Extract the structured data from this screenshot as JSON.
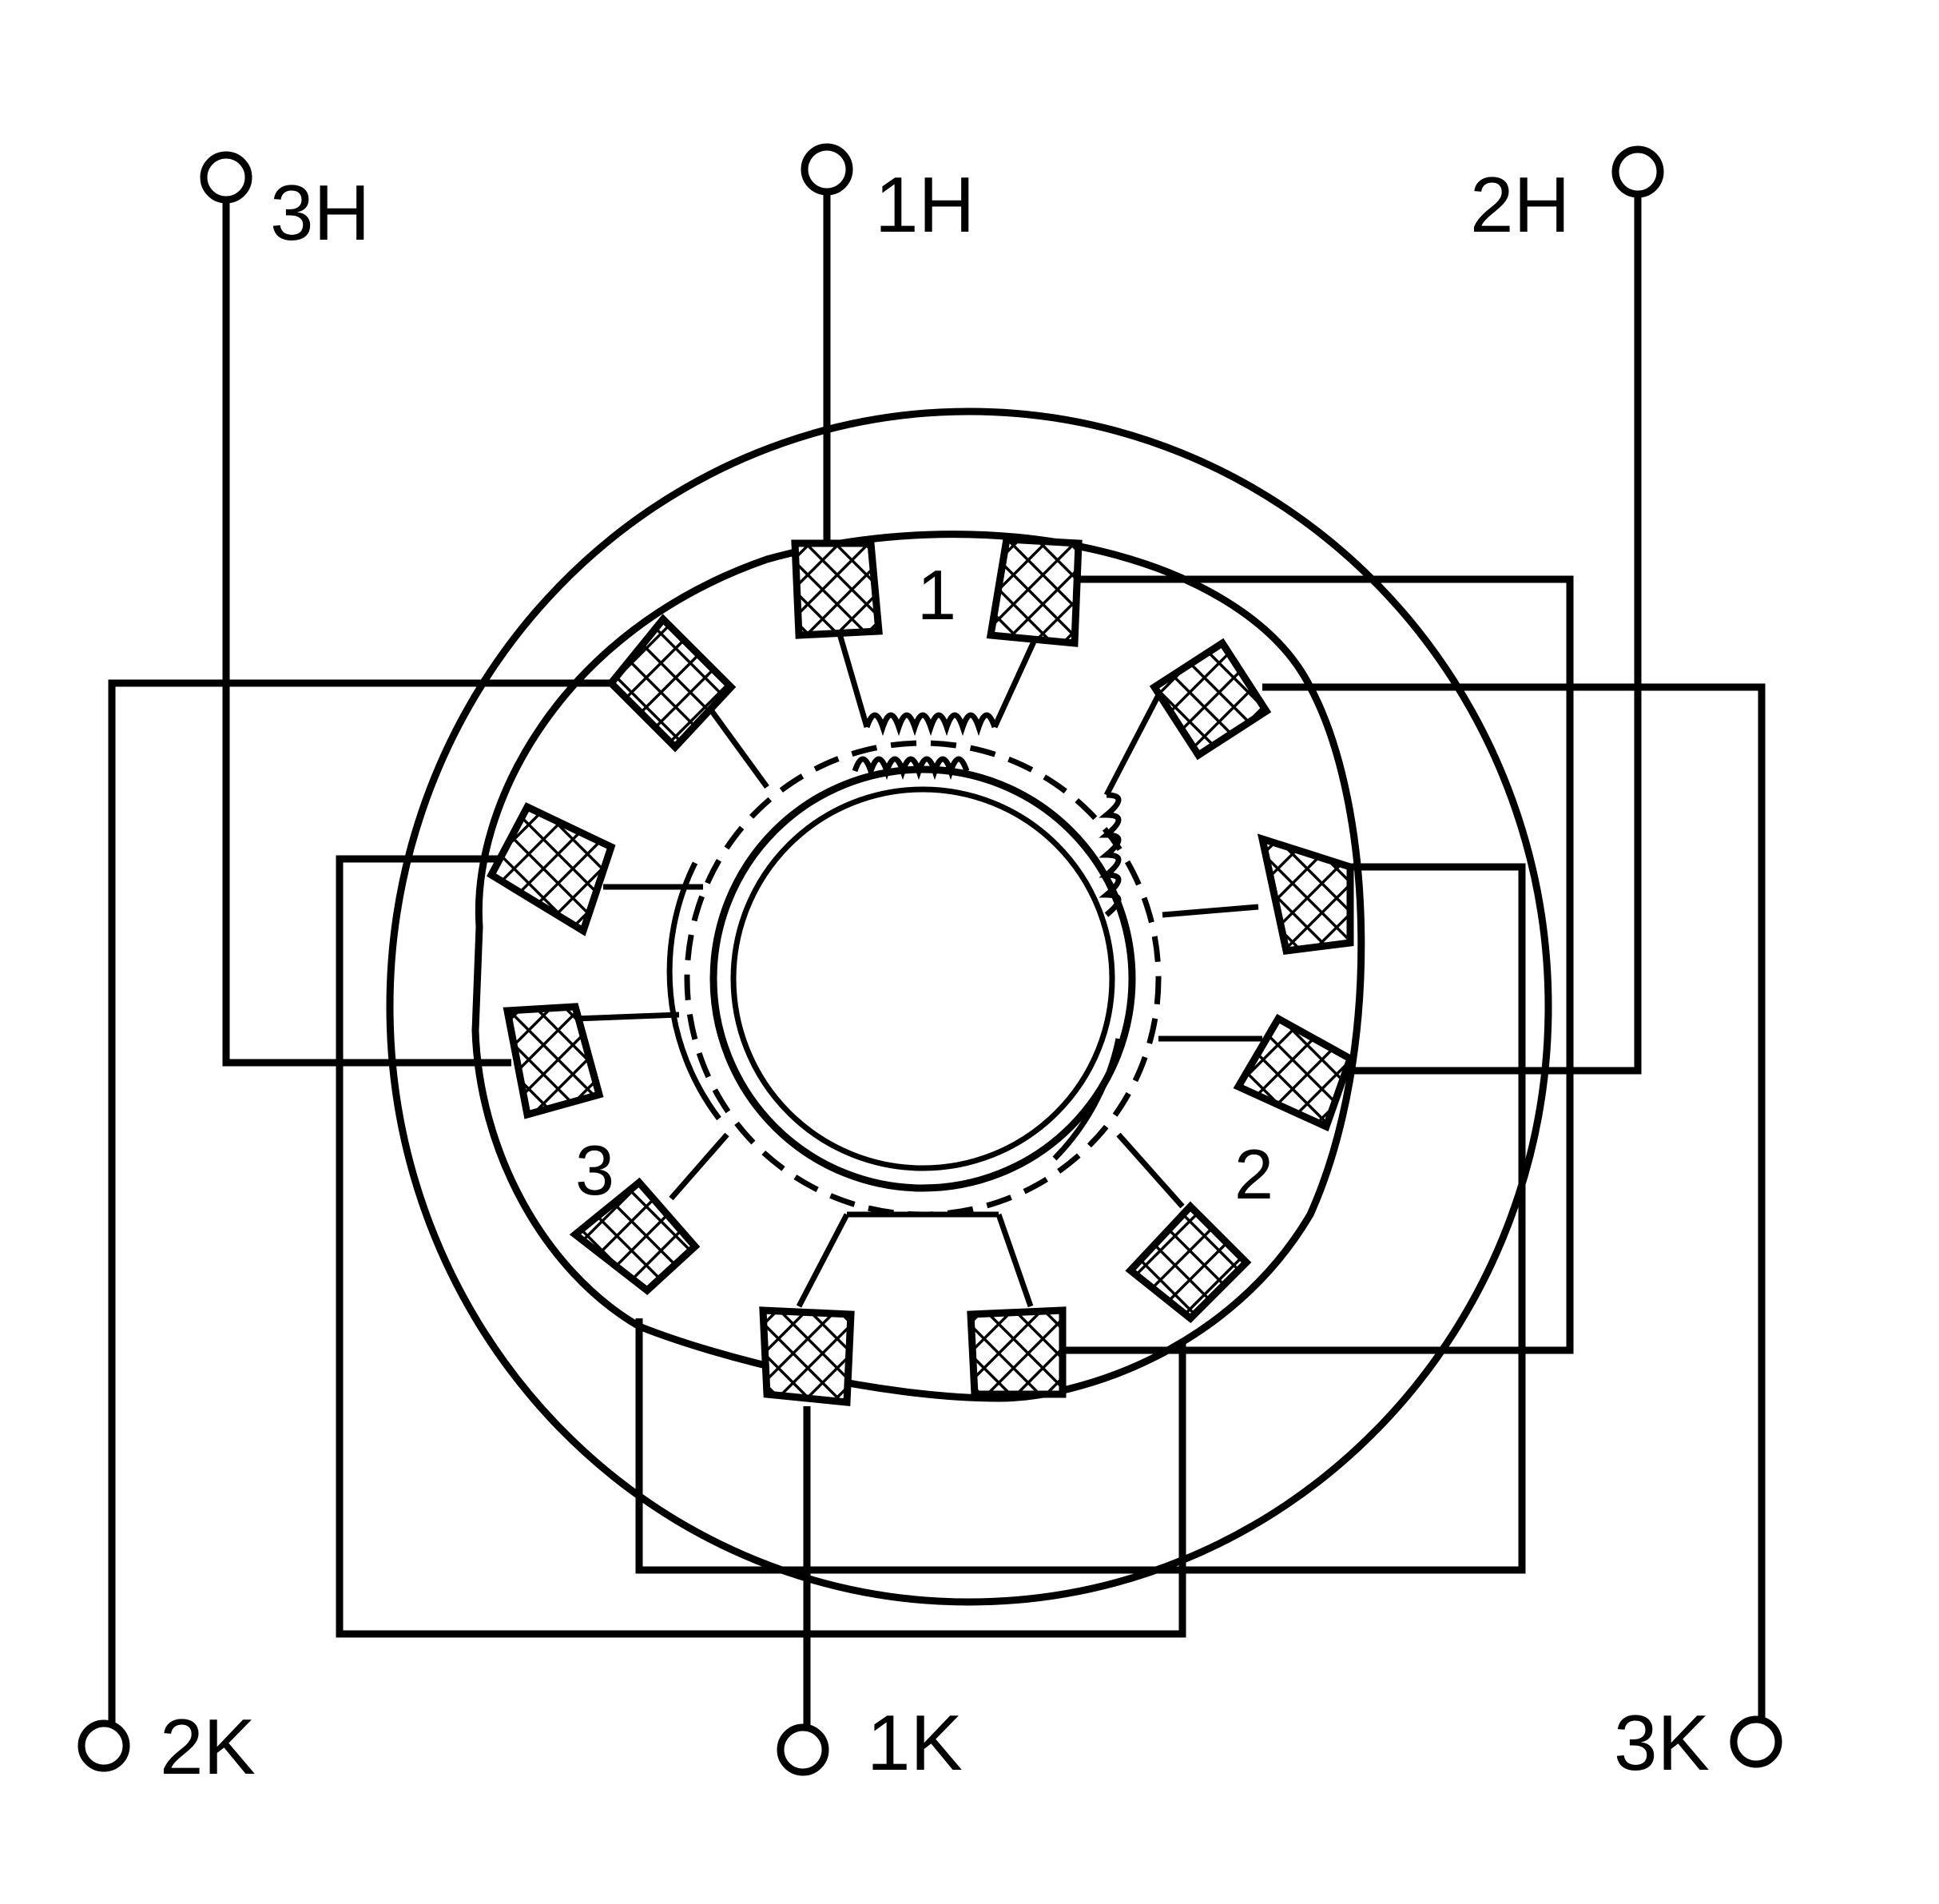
{
  "terminals": {
    "t3H": "3H",
    "t1H": "1H",
    "t2H": "2H",
    "t2K": "2K",
    "t1K": "1K",
    "t3K": "3K"
  },
  "poles": {
    "p1": "1",
    "p2": "2",
    "p3": "3"
  }
}
